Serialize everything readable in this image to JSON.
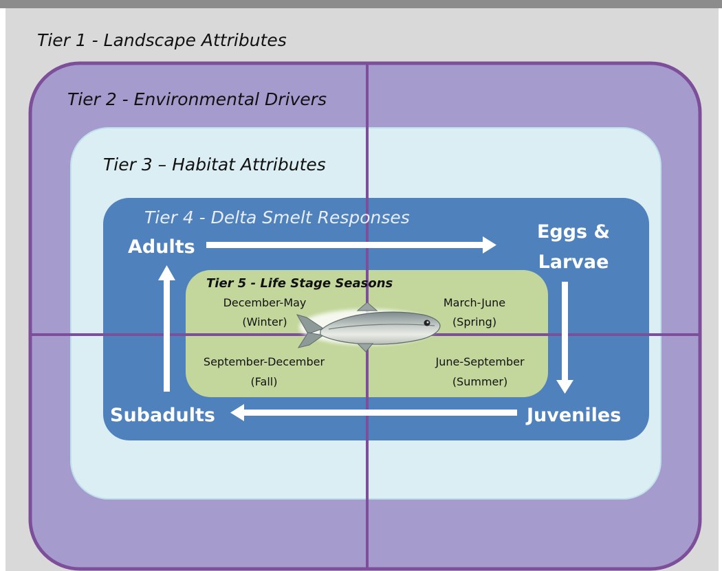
{
  "tiers": {
    "tier1": "Tier 1 - Landscape Attributes",
    "tier2": "Tier 2 - Environmental Drivers",
    "tier3": "Tier 3 – Habitat Attributes",
    "tier4": "Tier 4 - Delta Smelt Responses",
    "tier5": "Tier 5 - Life Stage Seasons"
  },
  "stages": {
    "adults": "Adults",
    "eggs_line1": "Eggs &",
    "eggs_line2": "Larvae",
    "juveniles": "Juveniles",
    "subadults": "Subadults"
  },
  "seasons": {
    "winter_months": "December-May",
    "winter_name": "(Winter)",
    "spring_months": "March-June",
    "spring_name": "(Spring)",
    "fall_months": "September-December",
    "fall_name": "(Fall)",
    "summer_months": "June-September",
    "summer_name": "(Summer)"
  },
  "colors": {
    "tier1_bg": "#d9d9d9",
    "tier2_bg": "#a59bcc",
    "tier2_border": "#7d4f9a",
    "tier3_bg": "#dbeef4",
    "tier4_bg": "#4f81bd",
    "tier5_bg": "#c3d69b",
    "divider": "#7d4f9a"
  },
  "icons": {
    "fish": "delta-smelt-fish-icon"
  }
}
